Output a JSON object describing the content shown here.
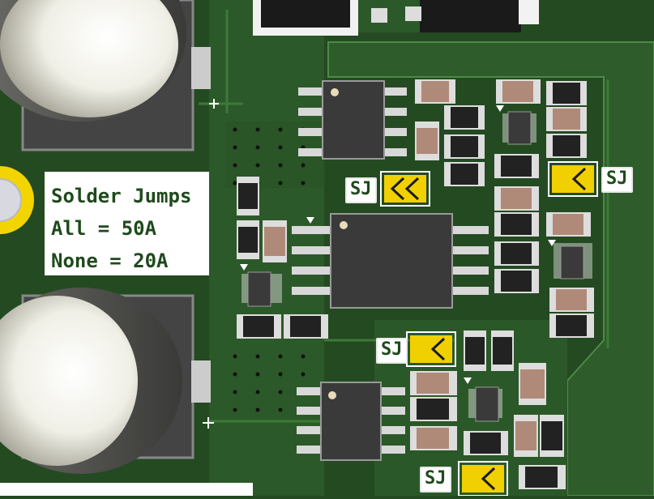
{
  "notes": {
    "line1": "Solder Jumps",
    "line2": "All = 50A",
    "line3": "None = 20A"
  },
  "solder_jumper_label": "SJ",
  "colors": {
    "board": "#244a22",
    "copper_zone": "#2f5c2c",
    "silkscreen": "#ffffff",
    "jumper_pad": "#f0d000",
    "ic_body": "#3a3a3a",
    "pad": "#d8d8d8"
  }
}
